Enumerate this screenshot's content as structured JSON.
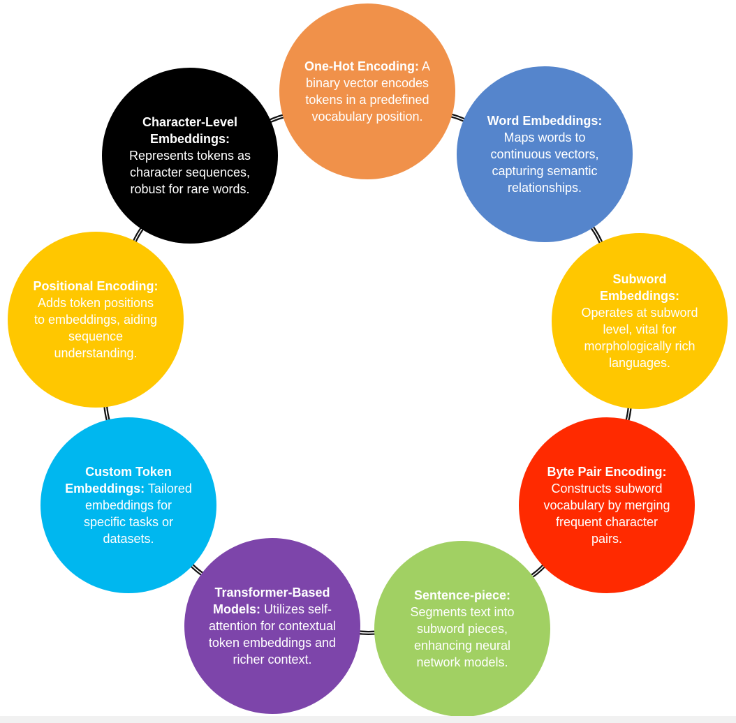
{
  "nodes": [
    {
      "title": "One-Hot Encoding:",
      "body": "A binary vector encodes tokens in a predefined vocabulary position.",
      "color": "#f0914a"
    },
    {
      "title": "Word Embeddings:",
      "body": "Maps words to continuous vectors, capturing semantic relationships.",
      "color": "#5585cc"
    },
    {
      "title": "Subword Embeddings:",
      "body": "Operates at subword level, vital for morphologically rich languages.",
      "color": "#ffc700"
    },
    {
      "title": "Byte Pair Encoding:",
      "body": "Constructs subword vocabulary by merging frequent character pairs.",
      "color": "#ff2a00"
    },
    {
      "title": "Sentence-piece:",
      "body": "Segments text into subword pieces, enhancing neural network models.",
      "color": "#a1d063"
    },
    {
      "title": "Transformer-Based Models:",
      "body": "Utilizes self-attention for contextual token embeddings and richer context.",
      "color": "#7d45aa"
    },
    {
      "title": "Custom Token Embeddings:",
      "body": "Tailored embeddings for specific tasks or datasets.",
      "color": "#00b7ef"
    },
    {
      "title": "Positional Encoding:",
      "body": "Adds token positions to embeddings, aiding sequence understanding.",
      "color": "#ffc700"
    },
    {
      "title": "Character-Level Embeddings:",
      "body": "Represents tokens as character sequences, robust for rare words.",
      "color": "#000000"
    }
  ]
}
